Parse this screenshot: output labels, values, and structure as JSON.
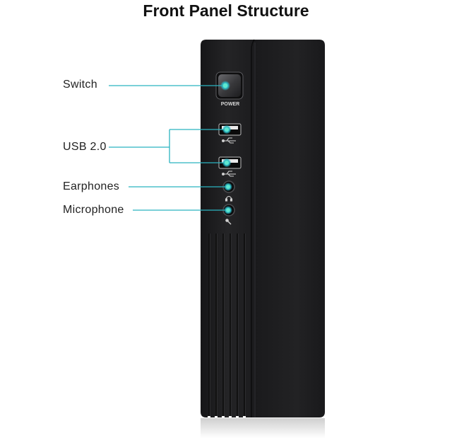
{
  "title": "Front Panel Structure",
  "labels": {
    "switch": "Switch",
    "usb": "USB 2.0",
    "earphones": "Earphones",
    "microphone": "Microphone"
  },
  "panel_text": {
    "power": "POWER"
  },
  "colors": {
    "accent": "#2bb3c0",
    "glow": "#4fe0c8",
    "case": "#1f1f21"
  },
  "icons": [
    "usb-icon",
    "usb-icon",
    "headphone-icon",
    "microphone-icon"
  ]
}
